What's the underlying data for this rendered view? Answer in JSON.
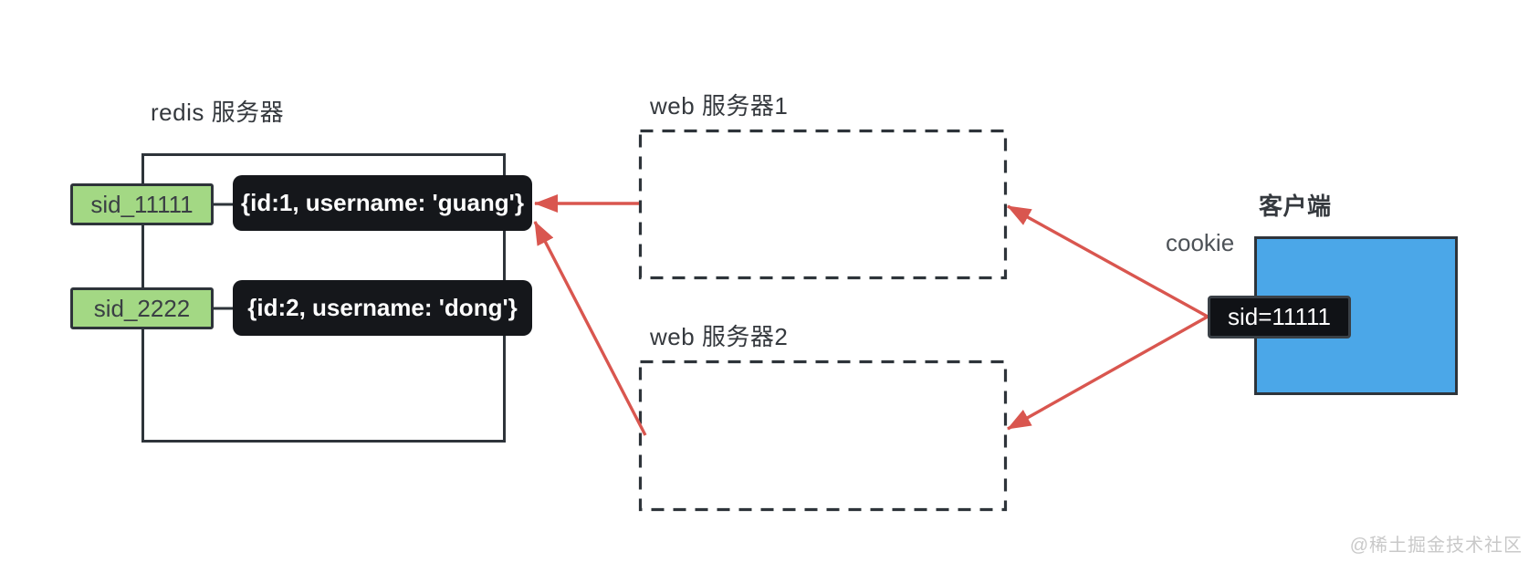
{
  "diagram": {
    "redis": {
      "title": "redis 服务器",
      "entries": [
        {
          "key": "sid_11111",
          "value": "{id:1, username: 'guang'}"
        },
        {
          "key": "sid_2222",
          "value": "{id:2, username: 'dong'}"
        }
      ]
    },
    "web_servers": [
      {
        "label": "web 服务器1"
      },
      {
        "label": "web 服务器2"
      }
    ],
    "client": {
      "title": "客户端",
      "cookie_label": "cookie",
      "sid_value": "sid=11111"
    },
    "watermark": "@稀土掘金技术社区"
  },
  "colors": {
    "c-dark": "#2e343a",
    "c-red": "#d9564f",
    "c-green": "#a3d884",
    "c-blue": "#4ba7e8",
    "c-node": "#15171b",
    "c-text": "#35393e",
    "c-gray": "#4d5257",
    "c-watermark": "#c9c9c9"
  }
}
